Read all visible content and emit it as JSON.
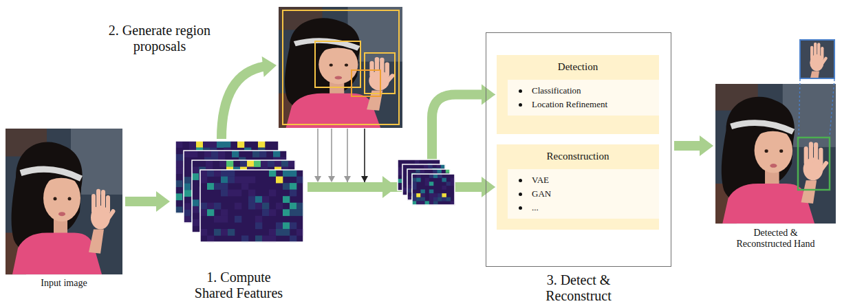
{
  "diagram": {
    "nodes": [
      {
        "text": [
          "Input image"
        ]
      },
      {
        "text": [
          "1. Compute Shared Features"
        ]
      },
      {
        "text": [
          "2. Generate region proposals"
        ]
      },
      {
        "text": [
          "3. Detect & Reconstruct"
        ]
      },
      {
        "text": [
          "Detection"
        ],
        "in": 3
      },
      {
        "text": [
          "Classification",
          "Location Refinement"
        ],
        "in": 4
      },
      {
        "text": [
          "Reconstruction"
        ],
        "in": 3
      },
      {
        "text": [
          "VAE",
          "GAN",
          "..."
        ],
        "in": 6
      },
      {
        "text": [
          "Detected & Reconstructed Hand"
        ]
      }
    ],
    "edges": [
      {
        "from": 0,
        "to": 1,
        "arrow": "to"
      },
      {
        "from": 1,
        "to": 2,
        "arrow": "to"
      },
      {
        "from": 1,
        "to": 4,
        "arrow": "to"
      },
      {
        "from": 1,
        "to": 6,
        "arrow": "to"
      },
      {
        "from": 2,
        "to": 4,
        "arrow": "to"
      },
      {
        "from": 2,
        "to": 6,
        "arrow": "to"
      },
      {
        "from": 3,
        "to": 8,
        "arrow": "to"
      }
    ]
  }
}
